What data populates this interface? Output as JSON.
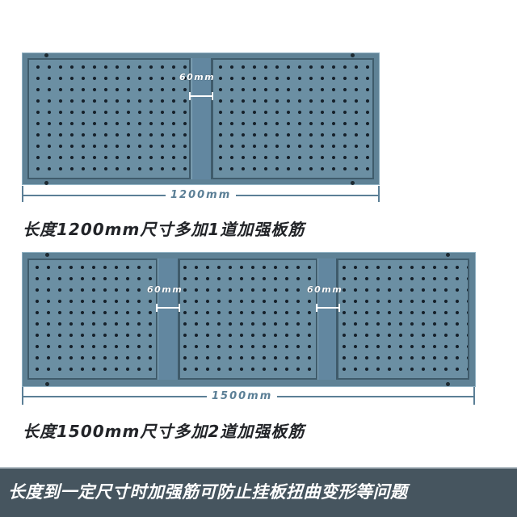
{
  "colors": {
    "frame": "#5f8296",
    "panel": "#6b8fa3",
    "dimension": "#5b7f96",
    "caption": "#222428",
    "banner_bg": "#46555f",
    "banner_text": "#ffffff"
  },
  "boards": [
    {
      "length_label": "1200mm",
      "rib_count": 1,
      "rib_labels": [
        "60mm"
      ],
      "caption": "长度1200mm尺寸多加1道加强板筋"
    },
    {
      "length_label": "1500mm",
      "rib_count": 2,
      "rib_labels": [
        "60mm",
        "60mm"
      ],
      "caption": "长度1500mm尺寸多加2道加强板筋"
    }
  ],
  "banner": {
    "text": "长度到一定尺寸时加强筋可防止挂板扭曲变形等问题"
  }
}
